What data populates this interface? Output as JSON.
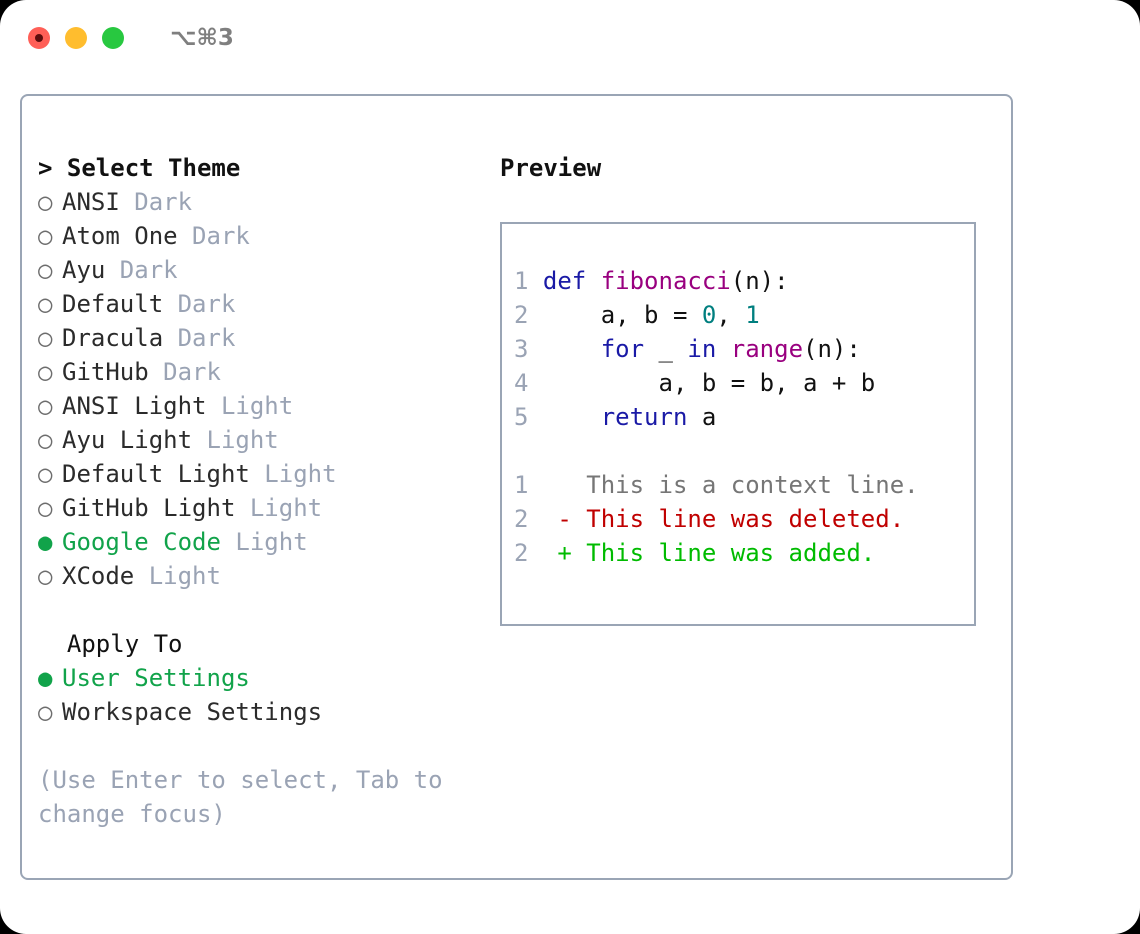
{
  "window": {
    "shortcut_label": "⌥⌘3",
    "traffic_lights": [
      "close",
      "minimize",
      "zoom"
    ]
  },
  "theme_picker": {
    "header_prefix": "> ",
    "header": "Select Theme",
    "unselected_marker": "○ ",
    "selected_marker": "● ",
    "items": [
      {
        "label": "ANSI",
        "suffix": "Dark",
        "selected": false
      },
      {
        "label": "Atom One",
        "suffix": "Dark",
        "selected": false
      },
      {
        "label": "Ayu",
        "suffix": "Dark",
        "selected": false
      },
      {
        "label": "Default",
        "suffix": "Dark",
        "selected": false
      },
      {
        "label": "Dracula",
        "suffix": "Dark",
        "selected": false
      },
      {
        "label": "GitHub",
        "suffix": "Dark",
        "selected": false
      },
      {
        "label": "ANSI Light",
        "suffix": "Light",
        "selected": false
      },
      {
        "label": "Ayu Light",
        "suffix": "Light",
        "selected": false
      },
      {
        "label": "Default Light",
        "suffix": "Light",
        "selected": false
      },
      {
        "label": "GitHub Light",
        "suffix": "Light",
        "selected": false
      },
      {
        "label": "Google Code",
        "suffix": "Light",
        "selected": true
      },
      {
        "label": "XCode",
        "suffix": "Light",
        "selected": false
      }
    ]
  },
  "apply_to": {
    "header_indent": "  ",
    "header": "Apply To",
    "items": [
      {
        "label": "User Settings",
        "selected": true
      },
      {
        "label": "Workspace Settings",
        "selected": false
      }
    ]
  },
  "hint": {
    "text": "(Use Enter to select, Tab to change focus)"
  },
  "preview": {
    "title": "Preview",
    "code_lines": [
      {
        "no": "1",
        "tokens": [
          {
            "t": "def ",
            "c": "kw"
          },
          {
            "t": "fibonacci",
            "c": "fn"
          },
          {
            "t": "(n):",
            "c": "pl"
          }
        ]
      },
      {
        "no": "2",
        "tokens": [
          {
            "t": "    a, b = ",
            "c": "pl"
          },
          {
            "t": "0",
            "c": "num"
          },
          {
            "t": ", ",
            "c": "pl"
          },
          {
            "t": "1",
            "c": "num"
          }
        ]
      },
      {
        "no": "3",
        "tokens": [
          {
            "t": "    ",
            "c": "pl"
          },
          {
            "t": "for",
            "c": "kw"
          },
          {
            "t": " _ ",
            "c": "pl"
          },
          {
            "t": "in",
            "c": "kw"
          },
          {
            "t": " ",
            "c": "pl"
          },
          {
            "t": "range",
            "c": "fn"
          },
          {
            "t": "(n):",
            "c": "pl"
          }
        ]
      },
      {
        "no": "4",
        "tokens": [
          {
            "t": "        a, b = b, a + b",
            "c": "pl"
          }
        ]
      },
      {
        "no": "5",
        "tokens": [
          {
            "t": "    ",
            "c": "pl"
          },
          {
            "t": "return",
            "c": "kw"
          },
          {
            "t": " a",
            "c": "pl"
          }
        ]
      }
    ],
    "diff_lines": [
      {
        "no": "1",
        "sign": " ",
        "text": "This is a context line.",
        "kind": "ctx"
      },
      {
        "no": "2",
        "sign": "-",
        "text": "This line was deleted.",
        "kind": "del"
      },
      {
        "no": "2",
        "sign": "+",
        "text": "This line was added.",
        "kind": "add"
      }
    ]
  },
  "colors": {
    "panel_border": "#9aa5b5",
    "selected_green": "#11a34a",
    "muted": "#9aa3b4",
    "keyword": "#1a1aa6",
    "function": "#99007f",
    "number": "#007f7f",
    "diff_removed": "#c00000",
    "diff_added": "#00bb00",
    "diff_context": "#767676"
  }
}
